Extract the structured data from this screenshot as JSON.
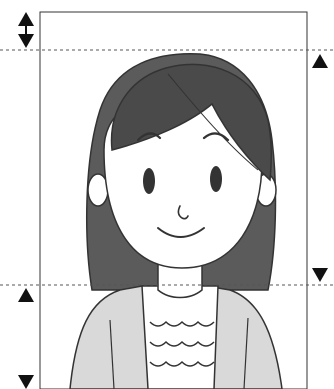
{
  "figure": {
    "kind": "id-photo-size-guide",
    "subject": "woman-portrait-illustration",
    "colors": {
      "background": "#ffffff",
      "line": "#333333",
      "hair": "#5b5b5b",
      "hair_dark": "#4a4a4a",
      "skin": "#ffffff",
      "jacket": "#d9d9d9",
      "shirt": "#ffffff",
      "guide": "#555555",
      "arrow": "#111111"
    },
    "guides": [
      {
        "name": "top-margin",
        "style": "dashed"
      },
      {
        "name": "chin-line",
        "style": "dashed"
      }
    ],
    "arrows": [
      {
        "name": "top-margin-up",
        "direction": "up"
      },
      {
        "name": "top-margin-down",
        "direction": "down"
      },
      {
        "name": "face-height-up",
        "direction": "up"
      },
      {
        "name": "face-height-down",
        "direction": "down"
      },
      {
        "name": "lower-up",
        "direction": "up"
      },
      {
        "name": "lower-down",
        "direction": "down"
      }
    ]
  }
}
